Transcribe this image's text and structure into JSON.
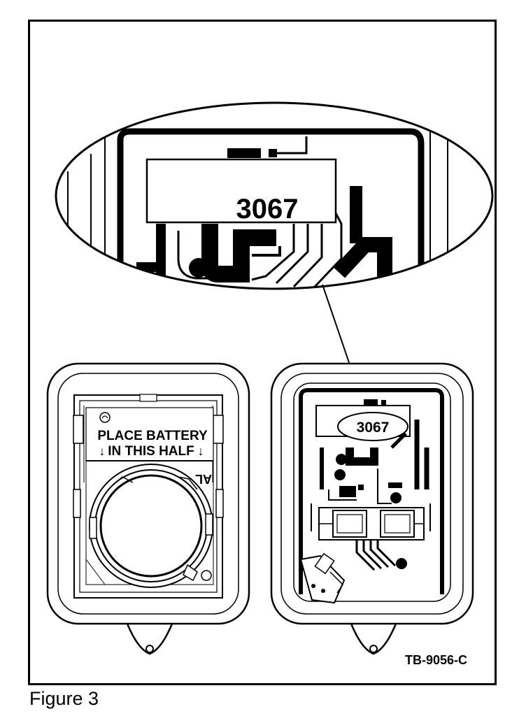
{
  "figure": {
    "caption": "Figure 3",
    "code": "TB-9056-C"
  },
  "magnified_view": {
    "chip_label": "3067"
  },
  "battery_half": {
    "line1": "PLACE BATTERY",
    "line2": "IN THIS HALF",
    "arrow_glyph": "↓",
    "mark": "AL"
  },
  "circuit_half": {
    "chip_label": "3067"
  },
  "colors": {
    "ink": "#000000",
    "paper": "#ffffff"
  }
}
